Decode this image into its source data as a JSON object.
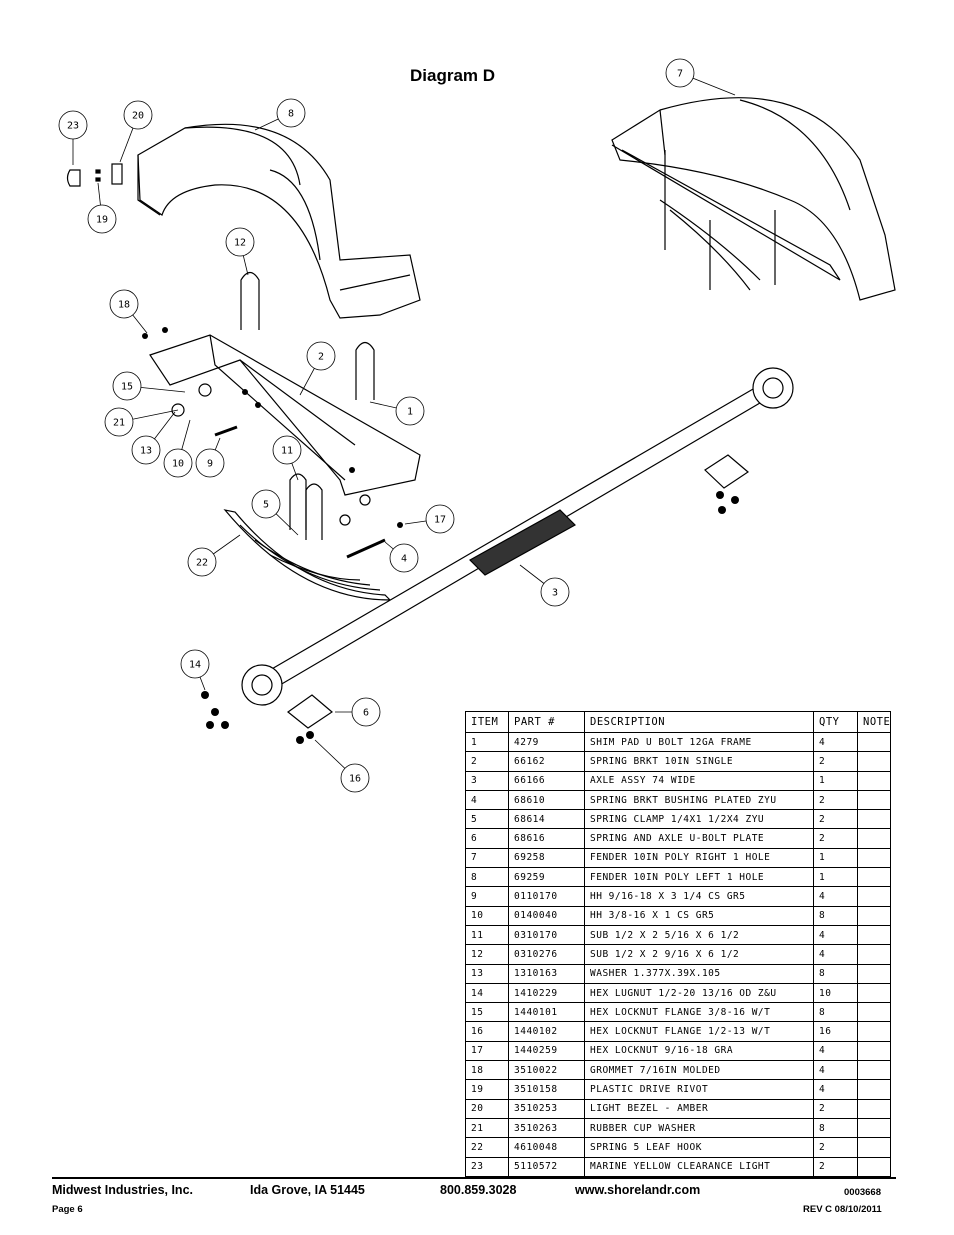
{
  "page_title": "Diagram D",
  "callouts": [
    "1",
    "2",
    "3",
    "4",
    "5",
    "6",
    "7",
    "8",
    "9",
    "10",
    "11",
    "12",
    "13",
    "14",
    "15",
    "16",
    "17",
    "18",
    "19",
    "20",
    "21",
    "22",
    "23"
  ],
  "parts_table": {
    "headers": [
      "ITEM",
      "PART #",
      "DESCRIPTION",
      "QTY",
      "NOTE"
    ],
    "rows": [
      {
        "item": "1",
        "part": "4279",
        "desc": "SHIM PAD   U BOLT 12GA FRAME",
        "qty": "4",
        "note": ""
      },
      {
        "item": "2",
        "part": "66162",
        "desc": "SPRING BRKT  10IN SINGLE",
        "qty": "2",
        "note": ""
      },
      {
        "item": "3",
        "part": "66166",
        "desc": "AXLE ASSY 74 WIDE",
        "qty": "1",
        "note": ""
      },
      {
        "item": "4",
        "part": "68610",
        "desc": "SPRING BRKT BUSHING PLATED ZYU",
        "qty": "2",
        "note": ""
      },
      {
        "item": "5",
        "part": "68614",
        "desc": "SPRING CLAMP   1/4X1 1/2X4  ZYU",
        "qty": "2",
        "note": ""
      },
      {
        "item": "6",
        "part": "68616",
        "desc": "SPRING AND AXLE U-BOLT PLATE",
        "qty": "2",
        "note": ""
      },
      {
        "item": "7",
        "part": "69258",
        "desc": "FENDER  10IN POLY RIGHT 1 HOLE",
        "qty": "1",
        "note": ""
      },
      {
        "item": "8",
        "part": "69259",
        "desc": "FENDER  10IN POLY LEFT 1 HOLE",
        "qty": "1",
        "note": ""
      },
      {
        "item": "9",
        "part": "0110170",
        "desc": "HH 9/16-18 X 3 1/4 CS GR5",
        "qty": "4",
        "note": ""
      },
      {
        "item": "10",
        "part": "0140040",
        "desc": "HH 3/8-16 X 1 CS GR5",
        "qty": "8",
        "note": ""
      },
      {
        "item": "11",
        "part": "0310170",
        "desc": "SUB 1/2 X 2 5/16 X 6 1/2",
        "qty": "4",
        "note": ""
      },
      {
        "item": "12",
        "part": "0310276",
        "desc": "SUB 1/2 X 2 9/16 X 6 1/2",
        "qty": "4",
        "note": ""
      },
      {
        "item": "13",
        "part": "1310163",
        "desc": "WASHER 1.377X.39X.105",
        "qty": "8",
        "note": ""
      },
      {
        "item": "14",
        "part": "1410229",
        "desc": "HEX LUGNUT 1/2-20 13/16 OD Z&U",
        "qty": "10",
        "note": ""
      },
      {
        "item": "15",
        "part": "1440101",
        "desc": "HEX LOCKNUT FLANGE 3/8-16 W/T",
        "qty": "8",
        "note": ""
      },
      {
        "item": "16",
        "part": "1440102",
        "desc": "HEX LOCKNUT FLANGE 1/2-13 W/T",
        "qty": "16",
        "note": ""
      },
      {
        "item": "17",
        "part": "1440259",
        "desc": "HEX LOCKNUT 9/16-18 GRA",
        "qty": "4",
        "note": ""
      },
      {
        "item": "18",
        "part": "3510022",
        "desc": "GROMMET  7/16IN MOLDED",
        "qty": "4",
        "note": ""
      },
      {
        "item": "19",
        "part": "3510158",
        "desc": "PLASTIC DRIVE RIVOT",
        "qty": "4",
        "note": ""
      },
      {
        "item": "20",
        "part": "3510253",
        "desc": "LIGHT BEZEL - AMBER",
        "qty": "2",
        "note": ""
      },
      {
        "item": "21",
        "part": "3510263",
        "desc": "RUBBER CUP WASHER",
        "qty": "8",
        "note": ""
      },
      {
        "item": "22",
        "part": "4610048",
        "desc": "SPRING  5 LEAF HOOK",
        "qty": "2",
        "note": ""
      },
      {
        "item": "23",
        "part": "5110572",
        "desc": "MARINE YELLOW CLEARANCE LIGHT",
        "qty": "2",
        "note": ""
      }
    ]
  },
  "footer": {
    "company": "Midwest Industries, Inc.",
    "location": "Ida Grove, IA  51445",
    "phone": "800.859.3028",
    "website": "www.shorelandr.com",
    "doc_number": "0003668",
    "page": "Page 6",
    "revision": "REV C  08/10/2011"
  }
}
